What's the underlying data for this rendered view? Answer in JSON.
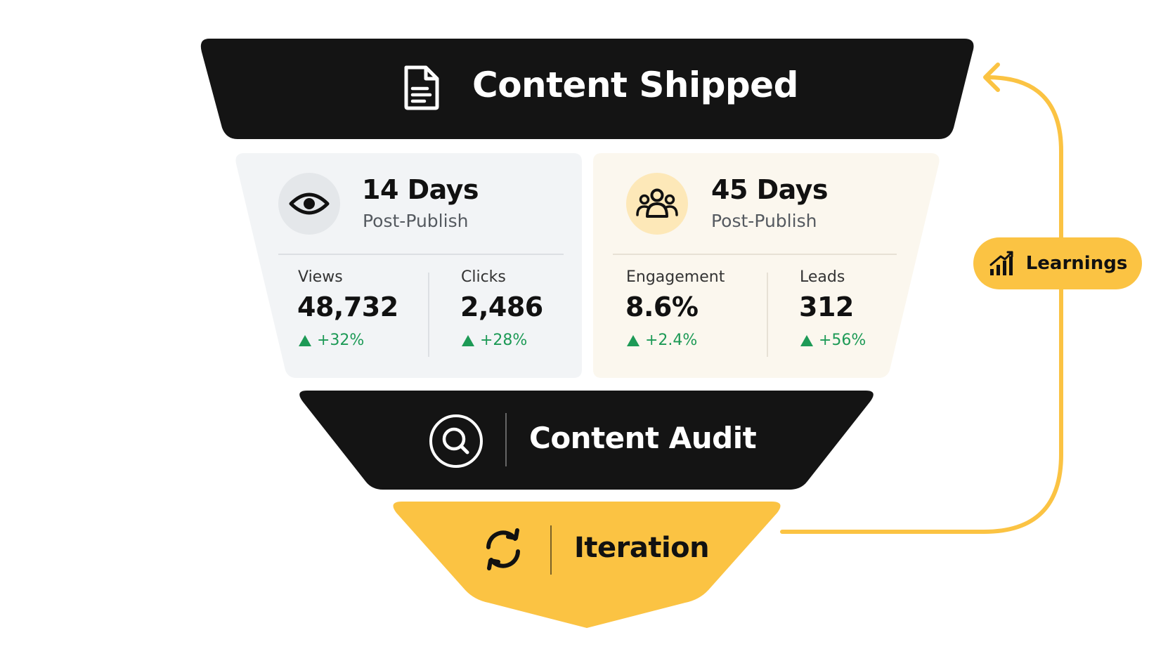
{
  "tiers": {
    "shipped": {
      "label": "Content Shipped",
      "icon": "document-icon"
    },
    "audit": {
      "label": "Content Audit",
      "icon": "search-icon"
    },
    "iteration": {
      "label": "Iteration",
      "icon": "refresh-icon"
    }
  },
  "cards": [
    {
      "title": "14 Days",
      "subtitle": "Post-Publish",
      "icon": "eye-icon",
      "metrics": [
        {
          "label": "Views",
          "value": "48,732",
          "delta": "+32%"
        },
        {
          "label": "Clicks",
          "value": "2,486",
          "delta": "+28%"
        }
      ]
    },
    {
      "title": "45 Days",
      "subtitle": "Post-Publish",
      "icon": "users-icon",
      "metrics": [
        {
          "label": "Engagement",
          "value": "8.6%",
          "delta": "+2.4%"
        },
        {
          "label": "Leads",
          "value": "312",
          "delta": "+56%"
        }
      ]
    }
  ],
  "feedback": {
    "label": "Learnings",
    "icon": "bar-chart-icon"
  },
  "colors": {
    "dark": "#141414",
    "accent": "#fbc343",
    "positive": "#1d9a56",
    "card_left_bg": "#f2f4f6",
    "card_right_bg": "#fbf7ee"
  }
}
